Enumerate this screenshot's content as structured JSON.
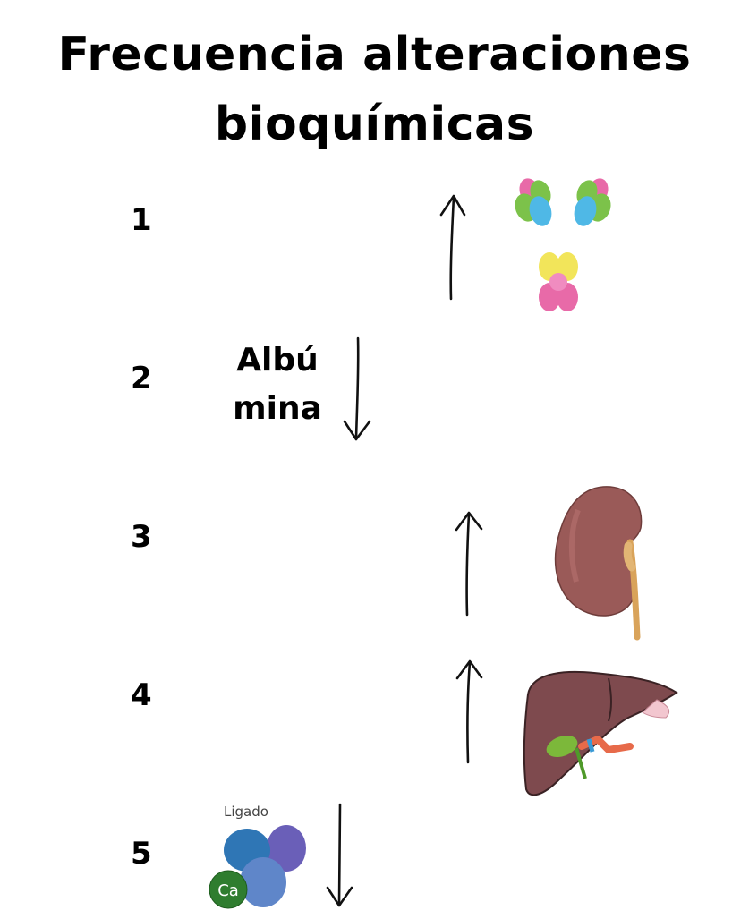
{
  "title": {
    "line1": "Frecuencia alteraciones",
    "line2": "bioquímicas"
  },
  "rows": [
    {
      "number": "1",
      "arrow": "up",
      "icon": "immunoglobulin-icon"
    },
    {
      "number": "2",
      "label_line1": "Albú",
      "label_line2": "mina",
      "arrow": "down"
    },
    {
      "number": "3",
      "arrow": "up",
      "icon": "kidney-icon"
    },
    {
      "number": "4",
      "arrow": "up",
      "icon": "liver-icon"
    },
    {
      "number": "5",
      "arrow": "down",
      "icon": "calcium-bound-protein-icon",
      "icon_label": "Ligado",
      "icon_inner_label": "Ca"
    }
  ],
  "colors": {
    "kidney": "#9a5a58",
    "liver": "#7e4a4e",
    "gallbladder": "#7cb83a",
    "calcium_circle": "#2f7d2f",
    "protein_blue": "#2f76b5",
    "protein_purple": "#6a5fb8"
  }
}
